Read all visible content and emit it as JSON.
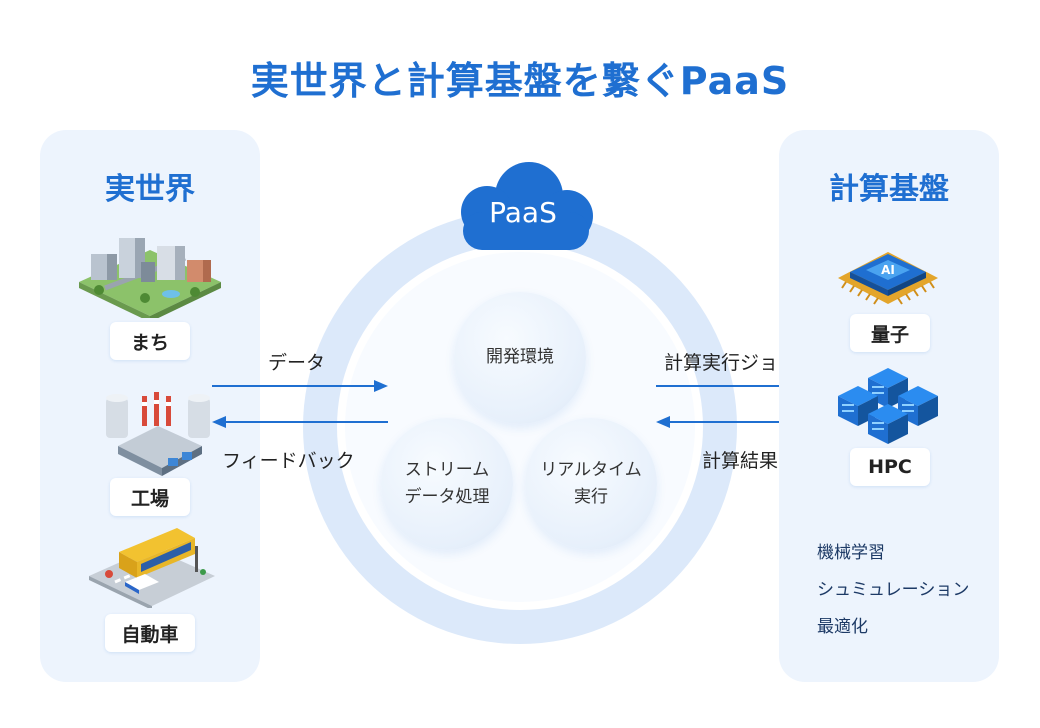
{
  "title": "実世界と計算基盤を繋ぐPaaS",
  "left_panel": {
    "title": "実世界",
    "items": [
      {
        "label": "まち",
        "icon": "city-icon"
      },
      {
        "label": "工場",
        "icon": "factory-icon"
      },
      {
        "label": "自動車",
        "icon": "vehicle-icon"
      }
    ]
  },
  "center": {
    "cloud_label": "PaaS",
    "bubbles": [
      "開発環境",
      "ストリーム\nデータ処理",
      "リアルタイム\n実行"
    ]
  },
  "arrows": {
    "data": "データ",
    "feedback": "フィードバック",
    "job": "計算実行ジョブ",
    "result": "計算結果"
  },
  "right_panel": {
    "title": "計算基盤",
    "items": [
      {
        "label": "量子",
        "icon": "ai-chip-icon"
      },
      {
        "label": "HPC",
        "icon": "server-cluster-icon"
      }
    ],
    "list": [
      "機械学習",
      "シュミュレーション",
      "最適化"
    ]
  },
  "colors": {
    "accent": "#1f6fd1",
    "panel_bg": "#edf4fd",
    "ring": "#dce9fa"
  }
}
